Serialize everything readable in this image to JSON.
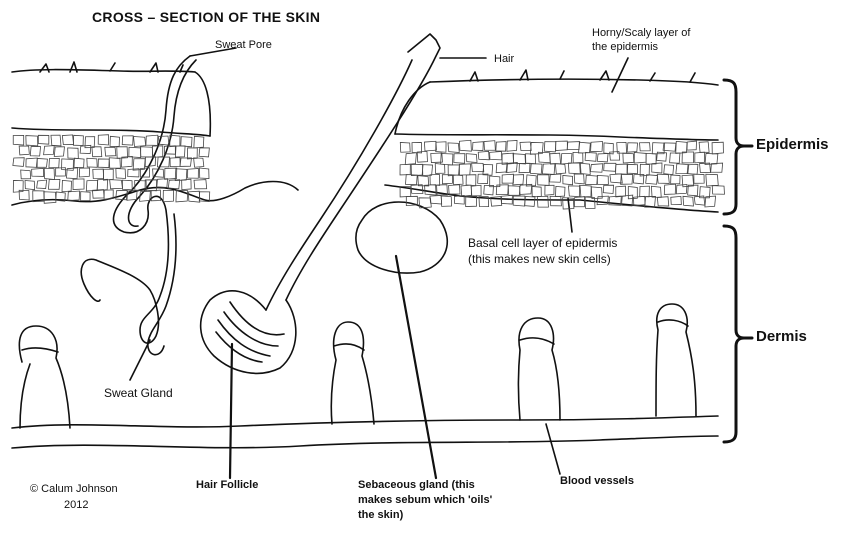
{
  "title": "CROSS – SECTION OF THE SKIN",
  "labels": {
    "sweat_pore": "Sweat Pore",
    "hair": "Hair",
    "horny_layer_line1": "Horny/Scaly layer of",
    "horny_layer_line2": "the epidermis",
    "epidermis": "Epidermis",
    "dermis": "Dermis",
    "basal_line1": "Basal cell layer of epidermis",
    "basal_line2": "(this makes new skin cells)",
    "sweat_gland": "Sweat Gland",
    "hair_follicle": "Hair Follicle",
    "sebaceous_line1": "Sebaceous gland (this",
    "sebaceous_line2": "makes sebum which 'oils'",
    "sebaceous_line3": "the skin)",
    "blood_vessels": "Blood vessels"
  },
  "credit": {
    "line1": "© Calum Johnson",
    "line2": "2012"
  }
}
